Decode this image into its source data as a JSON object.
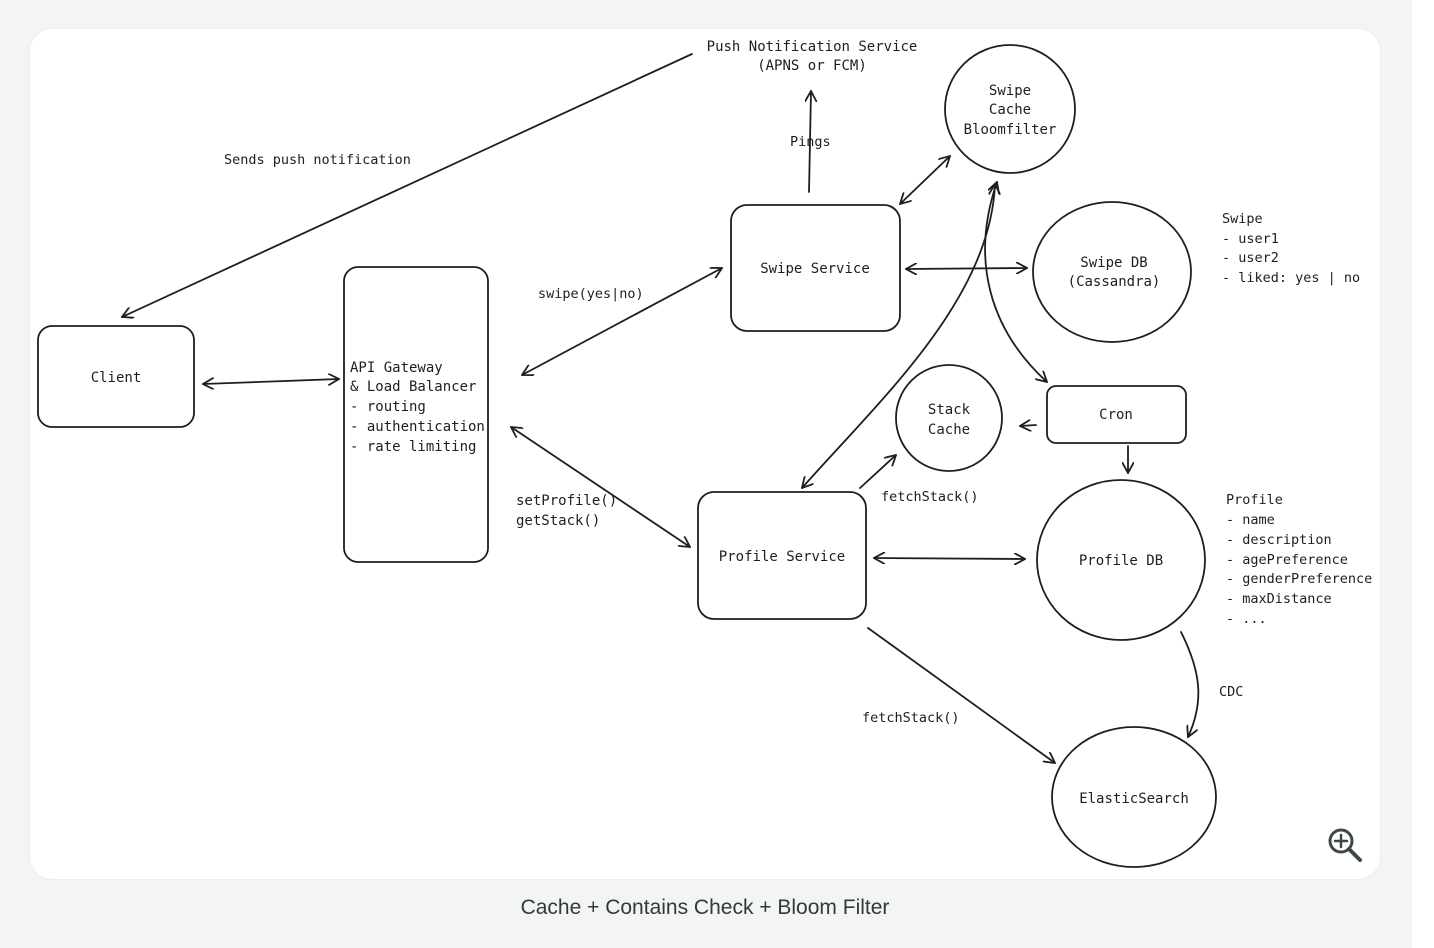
{
  "diagram": {
    "push_service": [
      "Push Notification Service",
      "(APNS or FCM)"
    ],
    "swipe_cache": [
      "Swipe",
      "Cache",
      "Bloomfilter"
    ],
    "swipe_service": "Swipe Service",
    "swipe_db": [
      "Swipe DB",
      "(Cassandra)"
    ],
    "swipe_notes": [
      "Swipe",
      "- user1",
      "- user2",
      "- liked: yes | no"
    ],
    "client": "Client",
    "gateway": [
      "API Gateway",
      "& Load Balancer",
      "- routing",
      "- authentication",
      "- rate limiting"
    ],
    "stack_cache": [
      "Stack",
      "Cache"
    ],
    "cron": "Cron",
    "profile_service": "Profile Service",
    "profile_db": "Profile DB",
    "profile_notes": [
      "Profile",
      "- name",
      "- description",
      "- agePreference",
      "- genderPreference",
      "- maxDistance",
      "- ..."
    ],
    "elasticsearch": "ElasticSearch",
    "labels": {
      "sends_push": "Sends push notification",
      "pings": "Pings",
      "swipe_call": "swipe(yes|no)",
      "set_profile": "setProfile()",
      "get_stack": "getStack()",
      "fetch_stack_top": "fetchStack()",
      "fetch_stack_bottom": "fetchStack()",
      "cdc": "CDC"
    }
  },
  "caption": "Cache + Contains Check + Bloom Filter",
  "zoom_icon": "zoom-in-icon"
}
